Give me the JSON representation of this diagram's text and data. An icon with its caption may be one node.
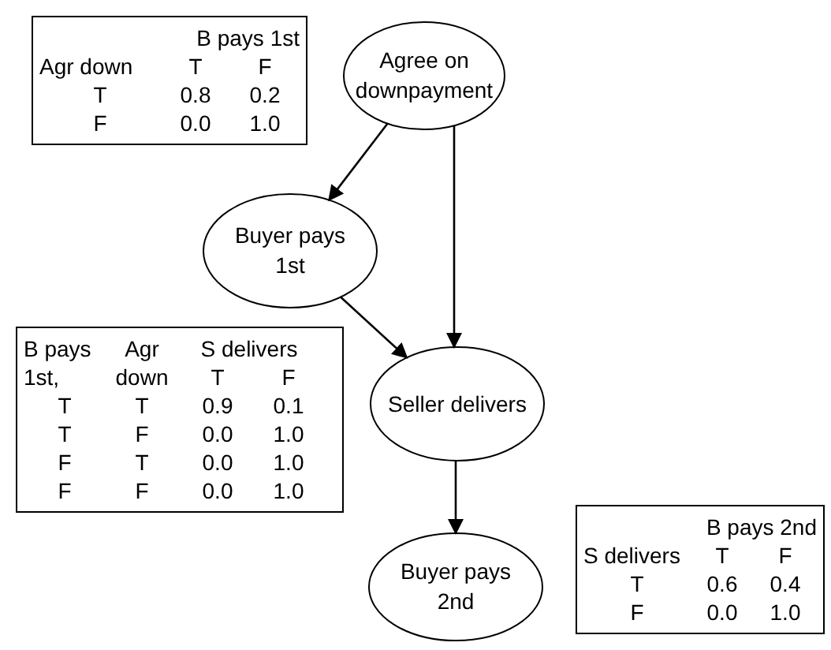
{
  "diagram": {
    "nodes": [
      {
        "text": [
          "B pays 1st",
          "Agr down",
          "T",
          "F",
          "T",
          "0.8",
          "0.2",
          "F",
          "0.0",
          "1.0"
        ]
      },
      {
        "text": [
          "Agree on downpayment"
        ]
      },
      {
        "text": [
          "Buyer pays 1st"
        ]
      },
      {
        "text": [
          "B pays 1st,",
          "Agr down",
          "S delivers",
          "T",
          "F",
          "T",
          "T",
          "0.9",
          "0.1",
          "T",
          "F",
          "0.0",
          "1.0",
          "F",
          "T",
          "0.0",
          "1.0",
          "F",
          "F",
          "0.0",
          "1.0"
        ]
      },
      {
        "text": [
          "Seller delivers"
        ]
      },
      {
        "text": [
          "Buyer pays 2nd"
        ]
      },
      {
        "text": [
          "B pays 2nd",
          "S delivers",
          "T",
          "F",
          "T",
          "0.6",
          "0.4",
          "F",
          "0.0",
          "1.0"
        ]
      }
    ],
    "edges": [
      {
        "from": 1,
        "to": 2,
        "arrow": "to"
      },
      {
        "from": 1,
        "to": 4,
        "arrow": "to"
      },
      {
        "from": 2,
        "to": 4,
        "arrow": "to"
      },
      {
        "from": 4,
        "to": 5,
        "arrow": "to"
      }
    ]
  }
}
